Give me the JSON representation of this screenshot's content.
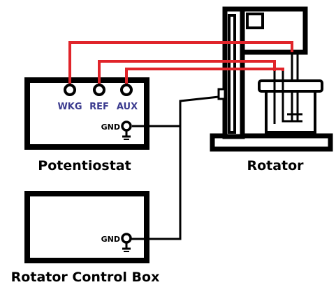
{
  "potentiostat": {
    "label": "Potentiostat",
    "ports": {
      "wkg": "WKG",
      "ref": "REF",
      "aux": "AUX"
    },
    "gnd": "GND"
  },
  "rotator": {
    "label": "Rotator"
  },
  "control_box": {
    "label": "Rotator Control Box",
    "gnd": "GND"
  },
  "colors": {
    "lead_wire": "#e0242a",
    "ground_wire": "#000000",
    "port_label": "#3b3b8f",
    "outline": "#000000"
  }
}
